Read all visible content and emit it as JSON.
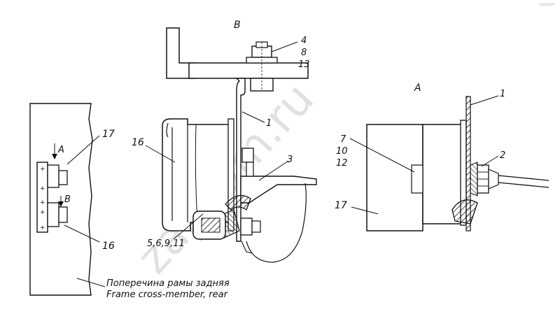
{
  "watermark": "zapkam.ru",
  "site_mark": "zapkam",
  "view_labels": {
    "left_A": "A",
    "left_B": "B",
    "top_B": "B",
    "right_A": "A"
  },
  "callouts": {
    "c17_left": "17",
    "c16_left": "16",
    "c16_mid": "16",
    "c4": "4",
    "c8": "8",
    "c13": "13",
    "c1_mid": "1",
    "c3": "3",
    "c5_6_9_11": "5,6,9,11",
    "c1_right": "1",
    "c7": "7",
    "c10": "10",
    "c12": "12",
    "c2": "2",
    "c17_right": "17"
  },
  "caption": {
    "ru": "Поперечина рамы задняя",
    "en": "Frame cross-member, rear"
  },
  "frame_plus_signs": [
    "+",
    "+",
    "+",
    "+",
    "+"
  ]
}
